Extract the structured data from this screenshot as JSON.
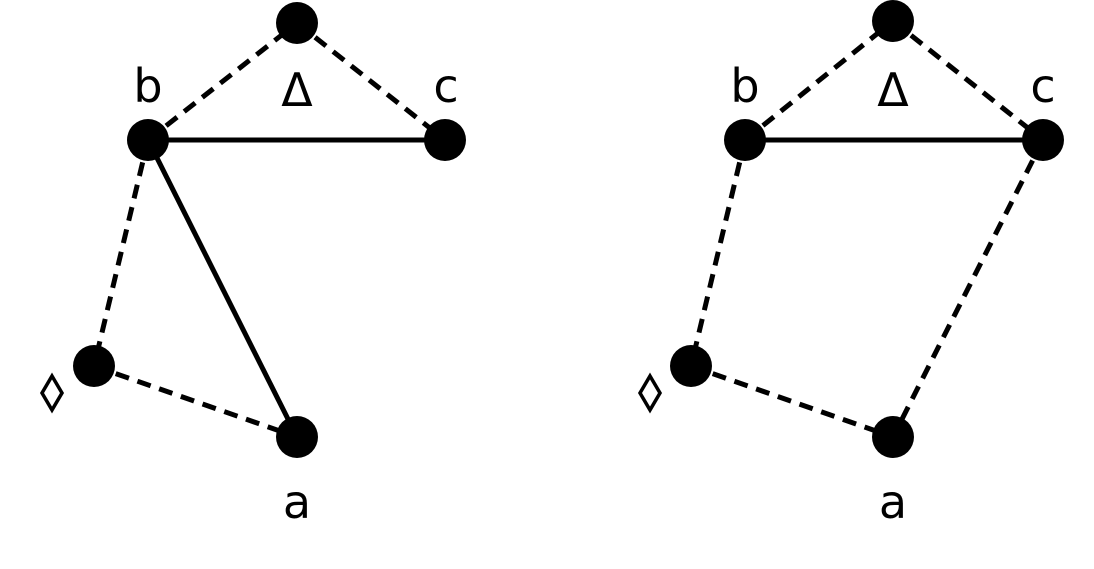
{
  "colors": {
    "ink": "#000000",
    "background": "#ffffff"
  },
  "graphs": [
    {
      "labels": {
        "a": "a",
        "b": "b",
        "c": "c",
        "top": "Δ"
      },
      "diamond_marker": "diamond-icon"
    },
    {
      "labels": {
        "a": "a",
        "b": "b",
        "c": "c",
        "top": "Δ"
      },
      "diamond_marker": "diamond-icon"
    }
  ]
}
